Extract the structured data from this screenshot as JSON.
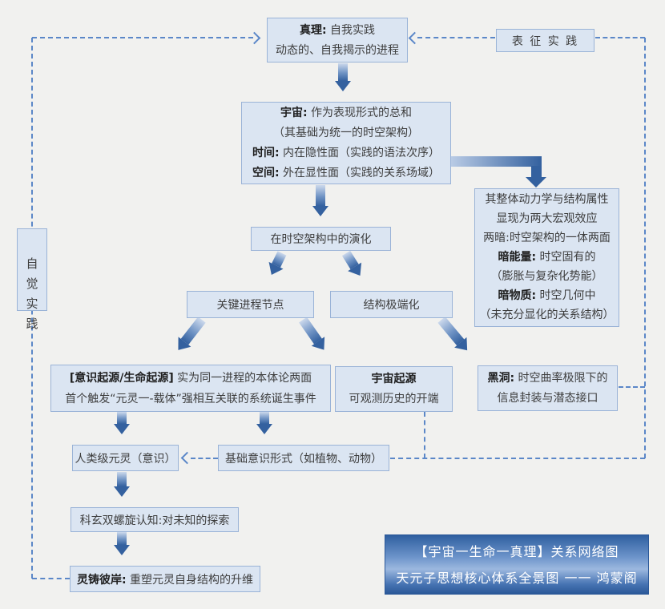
{
  "colors": {
    "background": "#f1f1ef",
    "box_fill": "#dbe5f2",
    "box_border": "#9ab3d7",
    "arrow_dark": "#34619f",
    "arrow_light": "#ccd9ec",
    "dash_line": "#5b87c8",
    "text": "#3d3d3d",
    "title_text": "#ffffff",
    "title_gradient_top": "#2f5fa0",
    "title_gradient_mid": "#9cb8df"
  },
  "nodes": {
    "truth": {
      "lines": [
        {
          "b": "真理:",
          "t": " 自我实践"
        },
        {
          "b": "",
          "t": "动态的、自我揭示的进程"
        }
      ]
    },
    "repr_practice": {
      "label": "表 征 实 践"
    },
    "universe": {
      "lines": [
        {
          "b": "宇宙:",
          "t": " 作为表现形式的总和"
        },
        {
          "b": "",
          "t": "（其基础为统一的时空架构）"
        },
        {
          "b": "时间:",
          "t": " 内在隐性面（实践的语法次序）"
        },
        {
          "b": "空间:",
          "t": " 外在显性面（实践的关系场域）"
        }
      ]
    },
    "dynamics": {
      "lines": [
        {
          "b": "",
          "t": "其整体动力学与结构属性"
        },
        {
          "b": "",
          "t": "显现为两大宏观效应"
        },
        {
          "b": "",
          "t": "两暗:时空架构的一体两面"
        },
        {
          "b": "暗能量:",
          "t": " 时空固有的"
        },
        {
          "b": "",
          "t": "（膨胀与复杂化势能）"
        },
        {
          "b": "暗物质:",
          "t": " 时空几何中"
        },
        {
          "b": "",
          "t": "（未充分显化的关系结构）"
        }
      ]
    },
    "evolution": {
      "label": "在时空架构中的演化"
    },
    "key_nodes": {
      "label": "关键进程节点"
    },
    "extremization": {
      "label": "结构极端化"
    },
    "origin": {
      "lines": [
        {
          "b": "[意识起源/生命起源]",
          "t": " 实为同一进程的本体论两面"
        },
        {
          "b": "",
          "t": "首个触发“元灵一-载体”强相互关联的系统诞生事件"
        }
      ]
    },
    "cosmos_origin": {
      "lines": [
        {
          "b": "宇宙起源",
          "t": ""
        },
        {
          "b": "",
          "t": "可观测历史的开端"
        }
      ]
    },
    "blackhole": {
      "lines": [
        {
          "b": "黑洞:",
          "t": " 时空曲率极限下的"
        },
        {
          "b": "",
          "t": "信息封装与潜态接口"
        }
      ]
    },
    "human_spirit": {
      "label": "人类级元灵（意识）"
    },
    "basic_consciousness": {
      "label": "基础意识形式（如植物、动物）"
    },
    "cognition": {
      "label": "科玄双螺旋认知:对未知的探索"
    },
    "ascension": {
      "lines": [
        {
          "b": "灵铸彼岸:",
          "t": " 重塑元灵自身结构的升维"
        }
      ]
    },
    "self_practice": {
      "label": "自\n觉\n实\n践"
    }
  },
  "title_box": {
    "line1": "【宇宙一生命一真理】关系网络图",
    "line2": "天元子思想核心体系全景图 一一 鸿蒙阁"
  }
}
